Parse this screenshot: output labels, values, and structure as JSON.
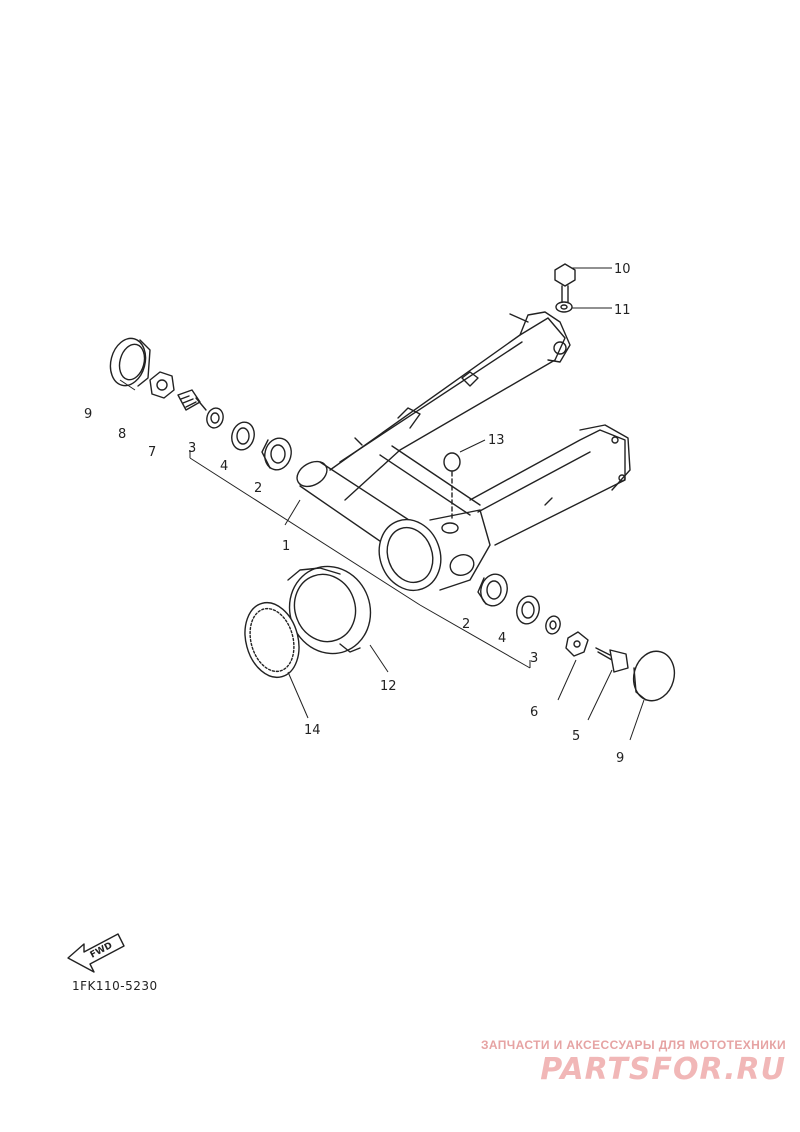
{
  "diagram": {
    "callouts": {
      "p1": "1",
      "p2a": "2",
      "p2b": "2",
      "p3a": "3",
      "p3b": "3",
      "p4a": "4",
      "p4b": "4",
      "p5": "5",
      "p6": "6",
      "p7": "7",
      "p8": "8",
      "p9a": "9",
      "p9b": "9",
      "p10": "10",
      "p11": "11",
      "p12": "12",
      "p13": "13",
      "p14": "14"
    },
    "fwd_label": "FWD",
    "figure_code": "1FK110-5230"
  },
  "watermark": {
    "tagline": "ЗАПЧАСТИ И АКСЕССУАРЫ ДЛЯ МОТОТЕХНИКИ",
    "logo": "PARTSFOR.RU"
  },
  "colors": {
    "ink": "#222222",
    "watermark": "#f1b7b7"
  }
}
